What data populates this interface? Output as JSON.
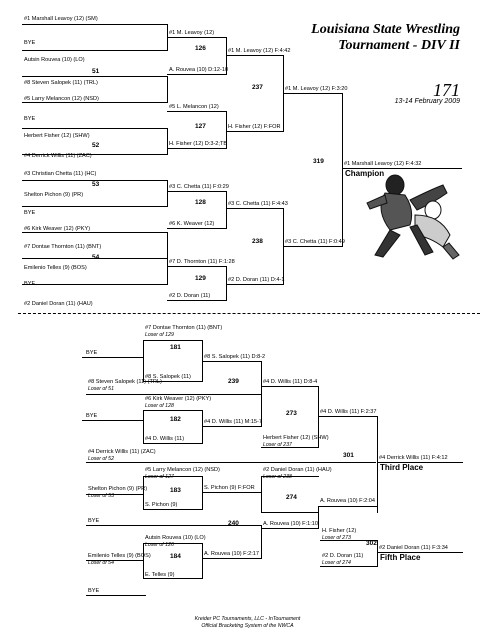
{
  "header": {
    "title_line1": "Louisiana State Wrestling",
    "title_line2": "Tournament - DIV II",
    "weight": "171",
    "dates": "13-14 February 2009"
  },
  "championship": {
    "r1": [
      "#1 Marshall Leavoy (12) (SM)",
      "BYE",
      "Autsin Rouvea (10) (LO)",
      "#8 Steven Salopek (11) (TRL)",
      "#5 Larry Melancon (12) (NSD)",
      "BYE",
      "Herbert Fisher (12) (SHW)",
      "#4 Derrick Willis (11) (ZAC)",
      "#3 Christian Chetta (11) (HC)",
      "Shelton Pichon (9) (PR)",
      "BYE",
      "#6 Kirk Weaver (12) (PKY)",
      "#7 Dontae Thornton (11) (BNT)",
      "Emilenio Telles (9) (BOS)",
      "BYE",
      "#2 Daniel Doran (11) (HAU)"
    ],
    "r1_bouts": [
      "51",
      "52",
      "53",
      "54"
    ],
    "r2": [
      "#1 M. Leavoy (12)",
      "A. Rouvea (10) D:12-10",
      "#5 L. Melancon (12)",
      "H. Fisher (12) D:3-2;TB",
      "#3 C. Chetta (11) F:0:29",
      "#6 K. Weaver (12)",
      "#7 D. Thornton (11) F:1:28",
      "#2 D. Doran (11)"
    ],
    "r2_bouts": [
      "126",
      "127",
      "128",
      "129"
    ],
    "qf": [
      "#1 M. Leavoy (12) F:4:42",
      "H. Fisher (12) F:FOR",
      "#3 C. Chetta (11) F:4:43",
      "#2 D. Doran (11) D:4-1"
    ],
    "qf_bouts": [
      "237",
      "238"
    ],
    "sf": [
      "#1 M. Leavoy (12) F:3:20",
      "#3 C. Chetta (11) F:0:49"
    ],
    "final_bout": "319",
    "champion": "#1 Marshall Leavoy (12) F:4:32",
    "champion_label": "Champion"
  },
  "consolation": {
    "c1_top": {
      "name": "#7 Dontae Thornton (11) (BNT)",
      "loser": "Loser of 129"
    },
    "c1_bye": "BYE",
    "c1_bout": "181",
    "c1_w_bout": "#8 S. Salopek (11) D:8-2",
    "c1_bot": "#8 S. Salopek (11)",
    "b239": "239",
    "s_sal": {
      "name": "#8 Steven Salopek (11) (TRL)",
      "loser": "Loser of 51"
    },
    "kirk": {
      "name": "#6 Kirk Weaver (12) (PKY)",
      "loser": "Loser of 128"
    },
    "bye2": "BYE",
    "b182": "182",
    "w182": "#4 D. Willis (11) M:15-7",
    "dwillis": "#4 D. Willis (11)",
    "w239": "#4 D. Willis (11) D:8-4",
    "b273": "273",
    "hfisher": {
      "name": "Herbert Fisher (12) (SHW)",
      "loser": "Loser of 237"
    },
    "w273": "#4 D. Willis (11) F:2:37",
    "derrick": {
      "name": "#4 Derrick Willis (11) (ZAC)",
      "loser": "Loser of 52"
    },
    "b301": "301",
    "third": "#4 Derrick Willis (11) F:4:12",
    "third_label": "Third Place",
    "larry": {
      "name": "#5 Larry Melancon (12) (NSD)",
      "loser": "Loser of 127"
    },
    "ddoran": {
      "name": "#2 Daniel Doran (11) (HAU)",
      "loser": "Loser of 238"
    },
    "shelton": {
      "name": "Shelton Pichon (9) (PR)",
      "loser": "Loser of 53"
    },
    "b183": "183",
    "w183": "S. Pichon (9) F:FOR",
    "spichon": "S. Pichon (9)",
    "b274": "274",
    "w274": "A. Rouvea (10) F:2:04",
    "bye3": "BYE",
    "b240": "240",
    "w240": "A. Rouvea (10) F:1:10",
    "autsin": {
      "name": "Autsin Rouvea (10) (LO)",
      "loser": "Loser of 126"
    },
    "emil": {
      "name": "Emilenio Telles (9) (BOS)",
      "loser": "Loser of 54"
    },
    "b184": "184",
    "w184": "A. Rouvea (10) F:2:17",
    "etelles": "E. Telles (9)",
    "bye4": "BYE",
    "h302_top": {
      "name": "H. Fisher (12)",
      "loser": "Loser of 273"
    },
    "h302_bot": {
      "name": "#2 D. Doran (11)",
      "loser": "Loser of 274"
    },
    "b302": "302",
    "fifth": "#2 Daniel Doran (11) F:3:34",
    "fifth_label": "Fifth Place"
  },
  "footer": {
    "line1": "Kreider PC Tournaments, LLC - InTournament",
    "line2": "Official Bracketing System of the NWCA"
  }
}
